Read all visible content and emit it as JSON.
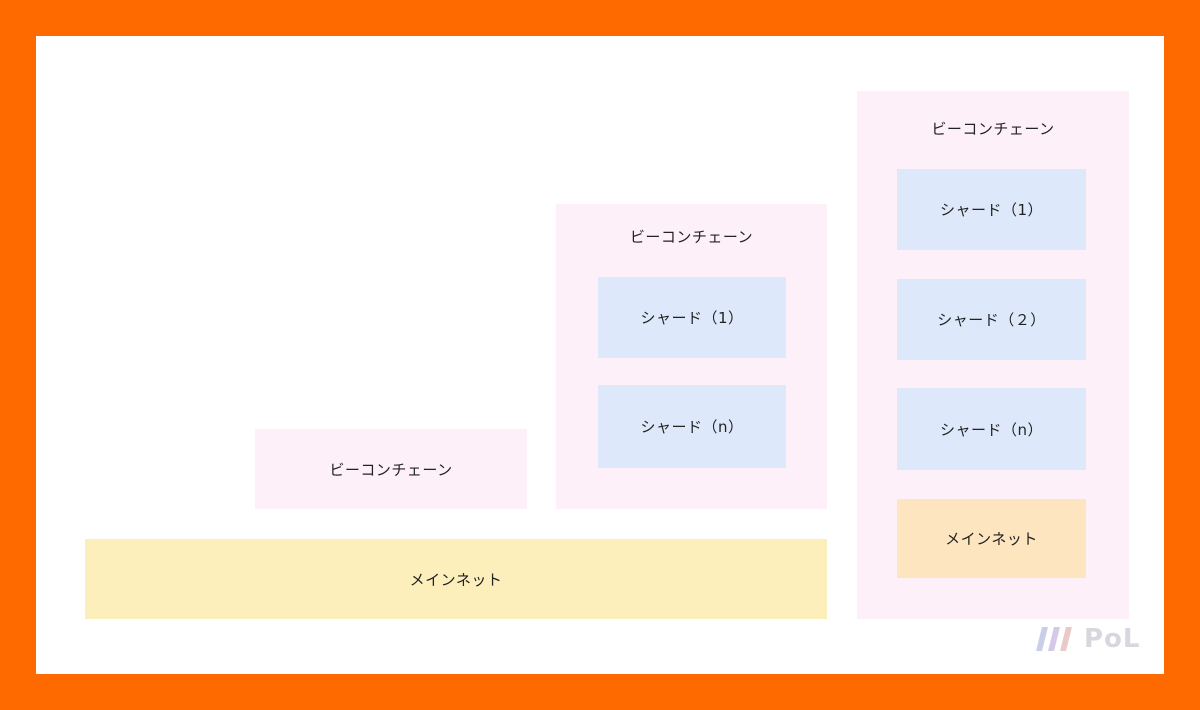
{
  "stage1": {
    "beacon_label": "ビーコンチェーン",
    "mainnet_label": "メインネット"
  },
  "stage2": {
    "beacon_label": "ビーコンチェーン",
    "shards": [
      "シャード（1）",
      "シャード（n）"
    ]
  },
  "stage3": {
    "beacon_label": "ビーコンチェーン",
    "shards": [
      "シャード（1）",
      "シャード（２）",
      "シャード（n）"
    ],
    "mainnet_label": "メインネット"
  },
  "logo": {
    "text": "PoL"
  },
  "colors": {
    "frame": "#ff6a00",
    "beacon": "#fdf0f8",
    "shard": "#dde9fa",
    "mainnet": "#fdefbb"
  }
}
